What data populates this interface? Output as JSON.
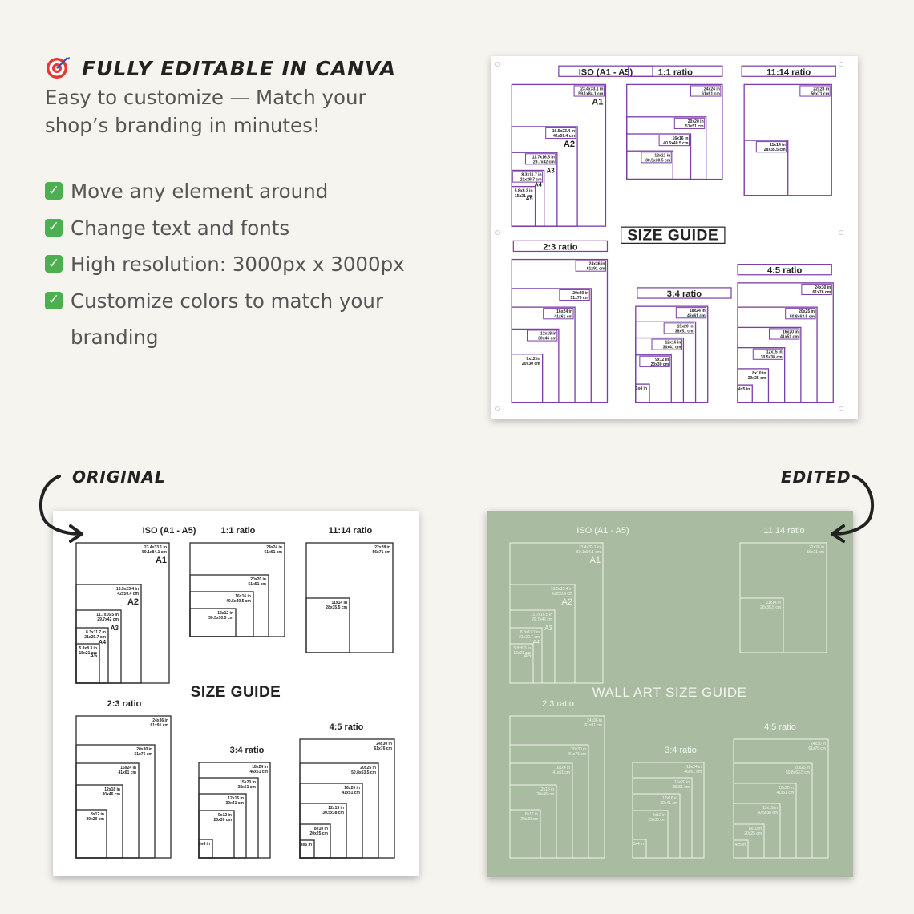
{
  "headline": {
    "icon": "target-icon",
    "text": "FULLY EDITABLE IN CANVA"
  },
  "subtitle": "Easy to customize — Match your shop’s branding in minutes!",
  "features": [
    "Move any element around",
    "Change text and fonts",
    "High resolution: 3000px x 3000px",
    "Customize colors to match your branding"
  ],
  "labels": {
    "original": "ORIGINAL",
    "edited": "EDITED"
  },
  "colors": {
    "page_bg": "#f6f4ef",
    "edit_accent": "#7b3fa8",
    "edited_bg": "#a9bca1",
    "check_green": "#4caf50"
  },
  "guide": {
    "title": "SIZE GUIDE",
    "edited_title": "WALL ART SIZE GUIDE",
    "groups": {
      "iso": {
        "title": "ISO (A1 - A5)",
        "sizes": [
          {
            "in": "23.4x33.1 in",
            "cm": "59.1x84.1 cm",
            "tag": "A1"
          },
          {
            "in": "16.5x23.4 in",
            "cm": "42x59.4 cm",
            "tag": "A2"
          },
          {
            "in": "11.7x16.5 in",
            "cm": "29.7x42 cm",
            "tag": "A3"
          },
          {
            "in": "8.3x11.7 in",
            "cm": "21x29.7 cm",
            "tag": "A4"
          },
          {
            "in": "5.8x8.3 in",
            "cm": "15x21 cm",
            "tag": "A5"
          }
        ]
      },
      "r11": {
        "title": "1:1 ratio",
        "sizes": [
          {
            "in": "24x24 in",
            "cm": "61x61 cm"
          },
          {
            "in": "20x20 in",
            "cm": "51x51 cm"
          },
          {
            "in": "16x16 in",
            "cm": "40.5x40.5 cm"
          },
          {
            "in": "12x12 in",
            "cm": "30.5x30.5 cm"
          }
        ]
      },
      "r1114": {
        "title": "11:14 ratio",
        "sizes": [
          {
            "in": "22x28 in",
            "cm": "56x71 cm"
          },
          {
            "in": "11x14 in",
            "cm": "28x35.5 cm"
          }
        ]
      },
      "r23": {
        "title": "2:3 ratio",
        "sizes": [
          {
            "in": "24x36 in",
            "cm": "61x91 cm"
          },
          {
            "in": "20x30 in",
            "cm": "51x76 cm"
          },
          {
            "in": "16x24 in",
            "cm": "41x61 cm"
          },
          {
            "in": "12x18 in",
            "cm": "30x46 cm"
          },
          {
            "in": "8x12 in",
            "cm": "20x30 cm"
          }
        ]
      },
      "r34": {
        "title": "3:4 ratio",
        "sizes": [
          {
            "in": "18x24 in",
            "cm": "46x61 cm"
          },
          {
            "in": "15x20 in",
            "cm": "38x51 cm"
          },
          {
            "in": "12x16 in",
            "cm": "30x41 cm"
          },
          {
            "in": "9x12 in",
            "cm": "23x30 cm"
          },
          {
            "in": "3x4 in",
            "cm": ""
          }
        ]
      },
      "r45": {
        "title": "4:5 ratio",
        "sizes": [
          {
            "in": "24x30 in",
            "cm": "61x76 cm"
          },
          {
            "in": "20x25 in",
            "cm": "50.8x63.5 cm"
          },
          {
            "in": "16x20 in",
            "cm": "41x51 cm"
          },
          {
            "in": "12x15 in",
            "cm": "30.5x38 cm"
          },
          {
            "in": "8x10 in",
            "cm": "20x25 cm"
          },
          {
            "in": "4x5 in",
            "cm": ""
          }
        ]
      }
    }
  }
}
